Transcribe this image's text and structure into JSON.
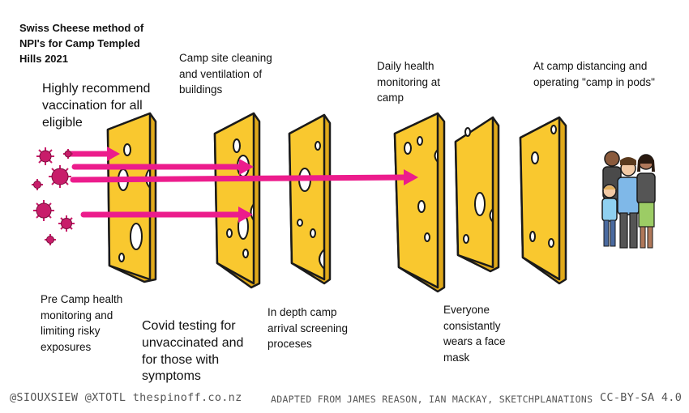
{
  "title": "Swiss Cheese method of NPI's for Camp Templed Hills 2021",
  "labels": {
    "vaccination": "Highly recommend vaccination for all eligible",
    "cleaning": "Camp site cleaning and ventilation of buildings",
    "daily_health": "Daily health monitoring at camp",
    "distancing": "At camp distancing and operating \"camp in pods\"",
    "pre_camp": "Pre Camp health monitoring and limiting risky exposures",
    "covid_testing": "Covid testing for unvaccinated and for those with symptoms",
    "arrival_screening": "In depth camp arrival screening proceses",
    "face_mask": "Everyone consistantly wears a face mask"
  },
  "credits": {
    "authors": "@SIOUXSIEW @XTOTL thespinoff.co.nz",
    "adapted": "ADAPTED FROM JAMES REASON, IAN MACKAY, SKETCHPLANATIONS",
    "license": "CC-BY-SA 4.0"
  },
  "colors": {
    "cheese": "#f9c82f",
    "arrow": "#ec1c8c",
    "virus": "#c81d6a"
  },
  "icons": {
    "virus": "virus-icon",
    "people": "family-group-icon"
  }
}
